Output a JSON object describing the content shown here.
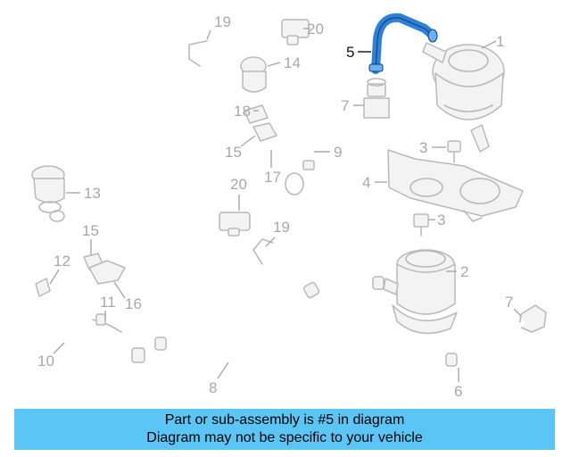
{
  "diagram": {
    "highlighted_part": "5",
    "highlight_color": "#2d82d8",
    "callouts": [
      {
        "id": "c1",
        "label": "1"
      },
      {
        "id": "c2",
        "label": "2"
      },
      {
        "id": "c3",
        "label": "3"
      },
      {
        "id": "c4",
        "label": "4"
      },
      {
        "id": "c5",
        "label": "5"
      },
      {
        "id": "c6",
        "label": "6"
      },
      {
        "id": "c7a",
        "label": "7"
      },
      {
        "id": "c7b",
        "label": "7"
      },
      {
        "id": "c8",
        "label": "8"
      },
      {
        "id": "c9",
        "label": "9"
      },
      {
        "id": "c10",
        "label": "10"
      },
      {
        "id": "c11",
        "label": "11"
      },
      {
        "id": "c12",
        "label": "12"
      },
      {
        "id": "c13",
        "label": "13"
      },
      {
        "id": "c14",
        "label": "14"
      },
      {
        "id": "c15a",
        "label": "15"
      },
      {
        "id": "c15b",
        "label": "15"
      },
      {
        "id": "c16",
        "label": "16"
      },
      {
        "id": "c17",
        "label": "17"
      },
      {
        "id": "c18",
        "label": "18"
      },
      {
        "id": "c19a",
        "label": "19"
      },
      {
        "id": "c19b",
        "label": "19"
      },
      {
        "id": "c20a",
        "label": "20"
      },
      {
        "id": "c20b",
        "label": "20"
      }
    ]
  },
  "banner": {
    "line1": "Part or sub-assembly is #5 in diagram",
    "line2": "Diagram may not be specific to your vehicle",
    "color": "#5bc6f5"
  }
}
